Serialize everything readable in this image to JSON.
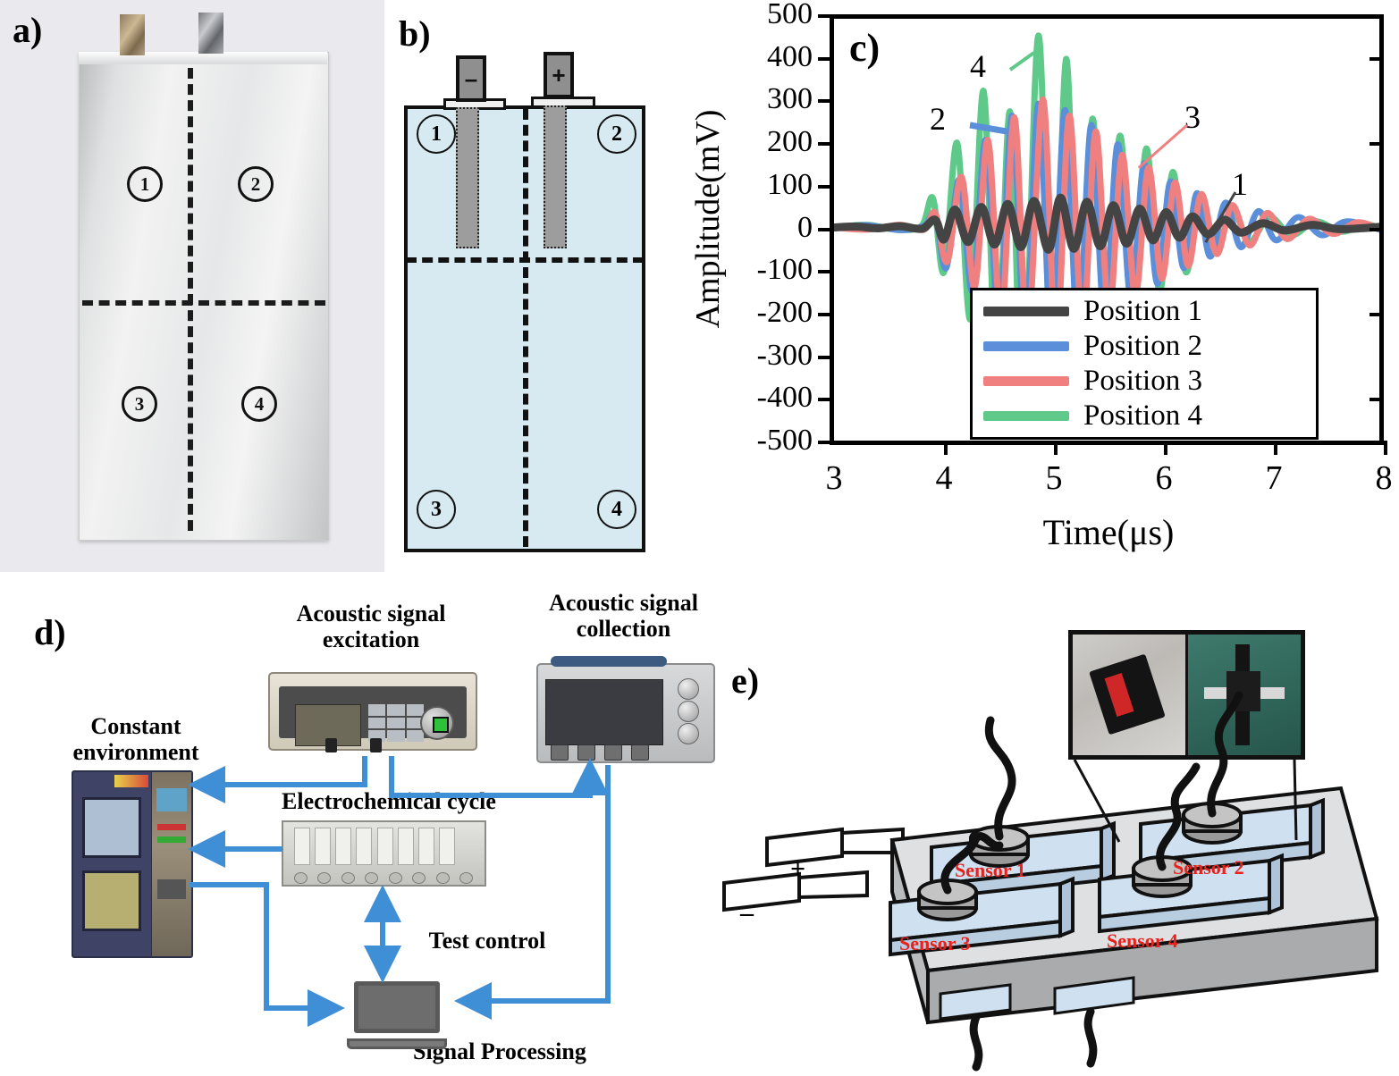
{
  "figure": {
    "panels": [
      "a)",
      "b)",
      "c)",
      "d)",
      "e)"
    ]
  },
  "panel_a": {
    "label": "a)",
    "caption_icons": [
      "battery-photo"
    ],
    "region_numbers": [
      "1",
      "2",
      "3",
      "4"
    ]
  },
  "panel_b": {
    "label": "b)",
    "terminal_negative": "–",
    "terminal_positive": "+",
    "region_numbers": [
      "1",
      "2",
      "3",
      "4"
    ],
    "colors": {
      "cell_fill": "#d7eaf2",
      "electrode": "#9d9d9d",
      "outline": "#111111"
    }
  },
  "panel_c": {
    "label": "c)",
    "annotations": [
      "1",
      "2",
      "3",
      "4"
    ]
  },
  "chart_data": {
    "type": "line",
    "title": "",
    "xlabel": "Time(μs)",
    "ylabel": "Amplitude(mV)",
    "xlim": [
      3,
      8
    ],
    "ylim": [
      -500,
      500
    ],
    "xticks": [
      "3",
      "4",
      "5",
      "6",
      "7",
      "8"
    ],
    "yticks": [
      "500",
      "400",
      "300",
      "200",
      "100",
      "0",
      "-100",
      "-200",
      "-300",
      "-400",
      "-500"
    ],
    "grid": false,
    "legend_position": "lower-right-inside",
    "annotations": [
      {
        "text": "1",
        "series": "Position 1",
        "x": 6.55,
        "y": 215
      },
      {
        "text": "2",
        "series": "Position 2",
        "x": 4.28,
        "y": 305
      },
      {
        "text": "3",
        "series": "Position 3",
        "x": 6.05,
        "y": 330
      },
      {
        "text": "4",
        "series": "Position 4",
        "x": 4.69,
        "y": 440
      }
    ],
    "series": [
      {
        "name": "Position 1",
        "color": "#444444",
        "peak_amplitude_mv": 70,
        "onset_us": 3.88,
        "dominant_period_us": 0.24,
        "envelope_peak_us": 4.95,
        "points": [
          {
            "t": 3.0,
            "y": 0
          },
          {
            "t": 3.2,
            "y": 2
          },
          {
            "t": 3.4,
            "y": -2
          },
          {
            "t": 3.6,
            "y": 3
          },
          {
            "t": 3.8,
            "y": -3
          },
          {
            "t": 3.92,
            "y": 18
          },
          {
            "t": 4.0,
            "y": -28
          },
          {
            "t": 4.1,
            "y": 42
          },
          {
            "t": 4.22,
            "y": -34
          },
          {
            "t": 4.34,
            "y": 48
          },
          {
            "t": 4.46,
            "y": -40
          },
          {
            "t": 4.58,
            "y": 55
          },
          {
            "t": 4.7,
            "y": -46
          },
          {
            "t": 4.82,
            "y": 62
          },
          {
            "t": 4.95,
            "y": -52
          },
          {
            "t": 5.06,
            "y": 70
          },
          {
            "t": 5.18,
            "y": -50
          },
          {
            "t": 5.3,
            "y": 60
          },
          {
            "t": 5.42,
            "y": -44
          },
          {
            "t": 5.54,
            "y": 52
          },
          {
            "t": 5.66,
            "y": -38
          },
          {
            "t": 5.78,
            "y": 44
          },
          {
            "t": 5.9,
            "y": -30
          },
          {
            "t": 6.02,
            "y": 36
          },
          {
            "t": 6.14,
            "y": -24
          },
          {
            "t": 6.26,
            "y": 26
          },
          {
            "t": 6.4,
            "y": -16
          },
          {
            "t": 6.55,
            "y": 18
          },
          {
            "t": 6.7,
            "y": -12
          },
          {
            "t": 6.9,
            "y": 10
          },
          {
            "t": 7.1,
            "y": -7
          },
          {
            "t": 7.35,
            "y": 6
          },
          {
            "t": 7.6,
            "y": -4
          },
          {
            "t": 8.0,
            "y": 2
          }
        ]
      },
      {
        "name": "Position 2",
        "color": "#5b8fd9",
        "peak_amplitude_mv": 290,
        "onset_us": 3.88,
        "dominant_period_us": 0.24,
        "envelope_peak_us": 4.88,
        "points": [
          {
            "t": 3.0,
            "y": 0
          },
          {
            "t": 3.3,
            "y": 5
          },
          {
            "t": 3.6,
            "y": -6
          },
          {
            "t": 3.82,
            "y": 4
          },
          {
            "t": 3.92,
            "y": 30
          },
          {
            "t": 4.02,
            "y": -95
          },
          {
            "t": 4.14,
            "y": 112
          },
          {
            "t": 4.26,
            "y": -150
          },
          {
            "t": 4.38,
            "y": 205
          },
          {
            "t": 4.5,
            "y": -225
          },
          {
            "t": 4.62,
            "y": 262
          },
          {
            "t": 4.74,
            "y": -258
          },
          {
            "t": 4.86,
            "y": 290
          },
          {
            "t": 4.98,
            "y": -268
          },
          {
            "t": 5.1,
            "y": 275
          },
          {
            "t": 5.22,
            "y": -250
          },
          {
            "t": 5.34,
            "y": 240
          },
          {
            "t": 5.46,
            "y": -212
          },
          {
            "t": 5.58,
            "y": 195
          },
          {
            "t": 5.7,
            "y": -170
          },
          {
            "t": 5.82,
            "y": 150
          },
          {
            "t": 5.94,
            "y": -132
          },
          {
            "t": 6.06,
            "y": 108
          },
          {
            "t": 6.18,
            "y": -95
          },
          {
            "t": 6.3,
            "y": 80
          },
          {
            "t": 6.42,
            "y": -68
          },
          {
            "t": 6.56,
            "y": 58
          },
          {
            "t": 6.7,
            "y": -46
          },
          {
            "t": 6.86,
            "y": 38
          },
          {
            "t": 7.02,
            "y": -30
          },
          {
            "t": 7.22,
            "y": 24
          },
          {
            "t": 7.44,
            "y": -18
          },
          {
            "t": 7.66,
            "y": 14
          },
          {
            "t": 8.0,
            "y": -8
          }
        ]
      },
      {
        "name": "Position 3",
        "color": "#f08080",
        "peak_amplitude_mv": 300,
        "onset_us": 3.88,
        "dominant_period_us": 0.24,
        "envelope_peak_us": 4.93,
        "points": [
          {
            "t": 3.0,
            "y": 0
          },
          {
            "t": 3.3,
            "y": -5
          },
          {
            "t": 3.6,
            "y": 6
          },
          {
            "t": 3.82,
            "y": -5
          },
          {
            "t": 3.92,
            "y": 34
          },
          {
            "t": 4.03,
            "y": -80
          },
          {
            "t": 4.16,
            "y": 118
          },
          {
            "t": 4.28,
            "y": -140
          },
          {
            "t": 4.4,
            "y": 205
          },
          {
            "t": 4.52,
            "y": -215
          },
          {
            "t": 4.64,
            "y": 258
          },
          {
            "t": 4.76,
            "y": -245
          },
          {
            "t": 4.9,
            "y": 300
          },
          {
            "t": 5.02,
            "y": -270
          },
          {
            "t": 5.14,
            "y": 262
          },
          {
            "t": 5.26,
            "y": -240
          },
          {
            "t": 5.38,
            "y": 225
          },
          {
            "t": 5.5,
            "y": -200
          },
          {
            "t": 5.62,
            "y": 170
          },
          {
            "t": 5.74,
            "y": -160
          },
          {
            "t": 5.86,
            "y": 140
          },
          {
            "t": 5.98,
            "y": -120
          },
          {
            "t": 6.1,
            "y": 105
          },
          {
            "t": 6.22,
            "y": -90
          },
          {
            "t": 6.34,
            "y": 78
          },
          {
            "t": 6.48,
            "y": -62
          },
          {
            "t": 6.62,
            "y": 52
          },
          {
            "t": 6.78,
            "y": -42
          },
          {
            "t": 6.94,
            "y": 34
          },
          {
            "t": 7.12,
            "y": -27
          },
          {
            "t": 7.32,
            "y": 20
          },
          {
            "t": 7.54,
            "y": -15
          },
          {
            "t": 7.76,
            "y": 12
          },
          {
            "t": 8.0,
            "y": -7
          }
        ]
      },
      {
        "name": "Position 4",
        "color": "#5fc98a",
        "peak_amplitude_mv": 450,
        "onset_us": 3.85,
        "dominant_period_us": 0.24,
        "envelope_peak_us": 4.92,
        "points": [
          {
            "t": 3.0,
            "y": 0
          },
          {
            "t": 3.3,
            "y": 6
          },
          {
            "t": 3.6,
            "y": -6
          },
          {
            "t": 3.8,
            "y": 5
          },
          {
            "t": 3.9,
            "y": 68
          },
          {
            "t": 4.0,
            "y": -105
          },
          {
            "t": 4.12,
            "y": 198
          },
          {
            "t": 4.24,
            "y": -215
          },
          {
            "t": 4.36,
            "y": 320
          },
          {
            "t": 4.48,
            "y": -340
          },
          {
            "t": 4.6,
            "y": 272
          },
          {
            "t": 4.72,
            "y": -415
          },
          {
            "t": 4.86,
            "y": 450
          },
          {
            "t": 4.99,
            "y": -425
          },
          {
            "t": 5.11,
            "y": 395
          },
          {
            "t": 5.23,
            "y": -330
          },
          {
            "t": 5.35,
            "y": 255
          },
          {
            "t": 5.47,
            "y": -250
          },
          {
            "t": 5.6,
            "y": 215
          },
          {
            "t": 5.72,
            "y": -195
          },
          {
            "t": 5.84,
            "y": 185
          },
          {
            "t": 5.96,
            "y": -150
          },
          {
            "t": 6.08,
            "y": 130
          },
          {
            "t": 6.2,
            "y": -105
          },
          {
            "t": 6.33,
            "y": 70
          },
          {
            "t": 6.47,
            "y": -55
          },
          {
            "t": 6.62,
            "y": 40
          },
          {
            "t": 6.78,
            "y": -32
          },
          {
            "t": 6.96,
            "y": 25
          },
          {
            "t": 7.16,
            "y": -18
          },
          {
            "t": 7.38,
            "y": 14
          },
          {
            "t": 7.62,
            "y": -10
          },
          {
            "t": 7.82,
            "y": 8
          },
          {
            "t": 8.0,
            "y": -5
          }
        ]
      }
    ],
    "legend": [
      {
        "label": "Position 1",
        "color": "#444444"
      },
      {
        "label": "Position 2",
        "color": "#5b8fd9"
      },
      {
        "label": "Position 3",
        "color": "#f08080"
      },
      {
        "label": "Position 4",
        "color": "#5fc98a"
      }
    ]
  },
  "panel_d": {
    "label": "d)",
    "nodes": [
      {
        "id": "constant-environment",
        "text": "Constant\nenvironment"
      },
      {
        "id": "acoustic-signal-excitation",
        "text": "Acoustic signal\nexcitation"
      },
      {
        "id": "acoustic-signal-collection",
        "text": "Acoustic signal\ncollection"
      },
      {
        "id": "electrochemical-cycle",
        "text": "Electrochemical cycle"
      },
      {
        "id": "test-control",
        "text": "Test  control"
      },
      {
        "id": "signal-processing",
        "text": "Signal Processing"
      }
    ],
    "labels": {
      "constant_environment": "Constant\nenvironment",
      "constant_environment_l1": "Constant",
      "constant_environment_l2": "environment",
      "acoustic_excitation_l1": "Acoustic signal",
      "acoustic_excitation_l2": "excitation",
      "acoustic_collection_l1": "Acoustic signal",
      "acoustic_collection_l2": "collection",
      "electrochemical_cycle": "Electrochemical cycle",
      "test_control": "Test  control",
      "signal_processing": "Signal Processing"
    },
    "arrow_color": "#3f8fd6"
  },
  "panel_e": {
    "label": "e)",
    "sensors": [
      "Sensor 1",
      "Sensor 2",
      "Sensor 3",
      "Sensor 4"
    ],
    "terminals": [
      "+",
      "–"
    ],
    "sensor_label_color": "#e8211b",
    "inset_photos": [
      "transducer-photo",
      "transducer-mounted-photo"
    ]
  }
}
